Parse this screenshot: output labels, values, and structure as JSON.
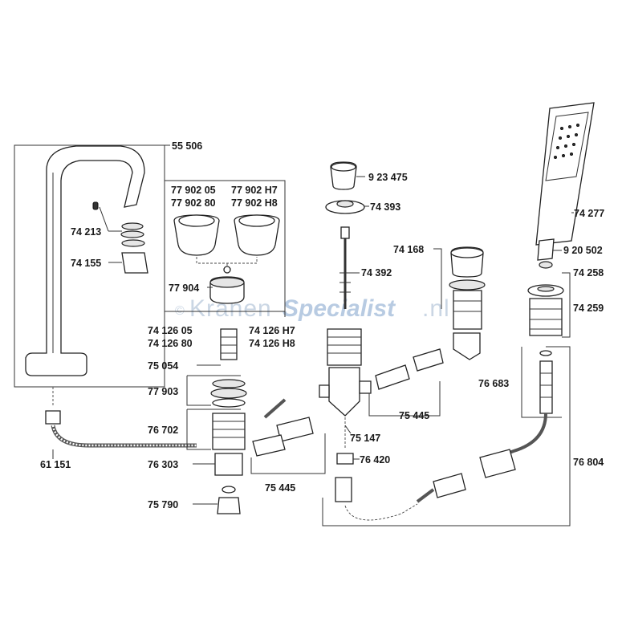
{
  "diagram": {
    "watermark": {
      "copyright": "©",
      "brand_part1": "Kranen",
      "brand_part2": "Specialist",
      "brand_suffix": ".nl"
    },
    "labels": {
      "p55506": "55 506",
      "p74213": "74 213",
      "p74155": "74 155",
      "p7790205": "77 902 05",
      "p7790280": "77 902 80",
      "p77902H7": "77 902 H7",
      "p77902H8": "77 902 H8",
      "p77904": "77 904",
      "p7412605": "74 126 05",
      "p7412680": "74 126 80",
      "p74126H7": "74 126 H7",
      "p74126H8": "74 126 H8",
      "p75054": "75 054",
      "p77903": "77 903",
      "p76702": "76 702",
      "p76303": "76 303",
      "p75790": "75 790",
      "p61151": "61 151",
      "p923475": "9 23 475",
      "p74393": "74 393",
      "p74392": "74 392",
      "p74168": "74 168",
      "p75147": "75 147",
      "p76420": "76 420",
      "p75445a": "75 445",
      "p75445b": "75 445",
      "p74277": "74 277",
      "p920502": "9 20 502",
      "p74258": "74 258",
      "p74259": "74 259",
      "p76683": "76 683",
      "p76804": "76 804"
    }
  }
}
